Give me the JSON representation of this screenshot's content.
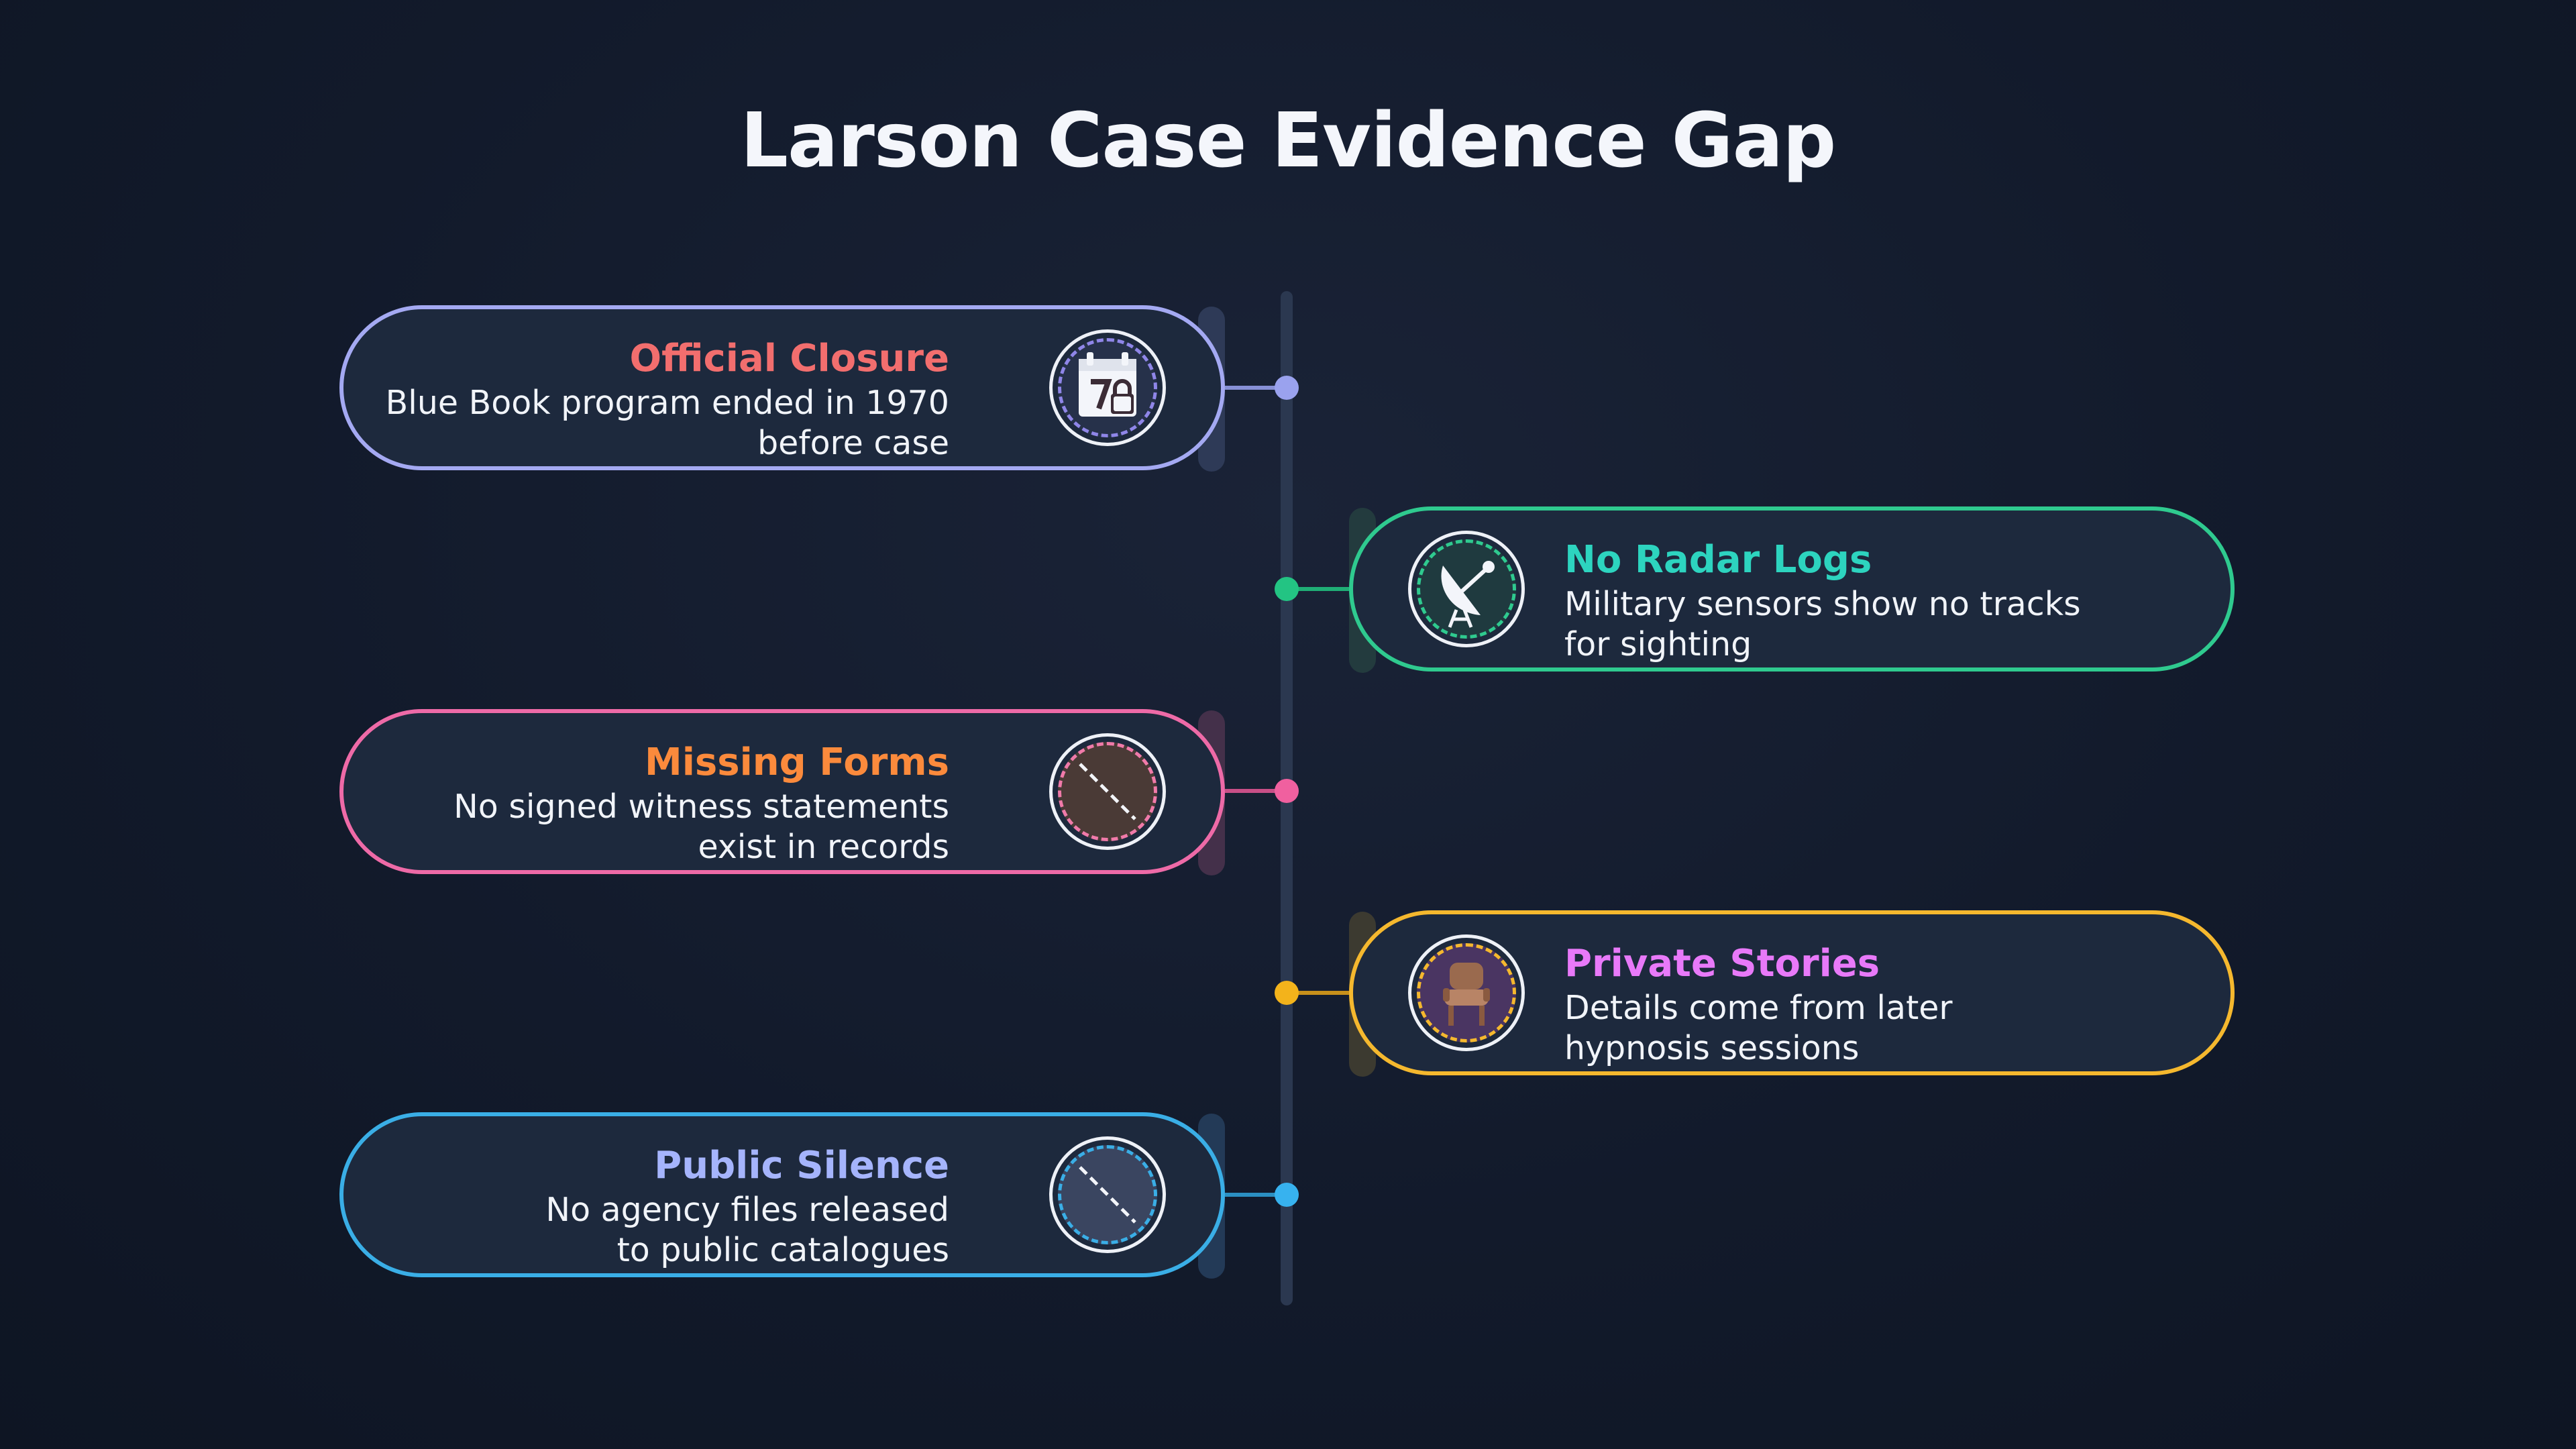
{
  "title": "Larson Case Evidence Gap",
  "items": [
    {
      "heading": "Official Closure",
      "desc": [
        "Blue Book program ended in 1970",
        "before case"
      ],
      "side": "left",
      "icon": "calendar-lock-icon",
      "border_color": "#a4a9f2",
      "heading_color": "#f26e6e",
      "dot_color": "#9aa2ee"
    },
    {
      "heading": "No Radar Logs",
      "desc": [
        "Military sensors show no tracks",
        "for sighting"
      ],
      "side": "right",
      "icon": "radar-dish-icon",
      "border_color": "#2fca8f",
      "heading_color": "#2dd4bf",
      "dot_color": "#23c483"
    },
    {
      "heading": "Missing Forms",
      "desc": [
        "No signed witness statements",
        "exist in records"
      ],
      "side": "left",
      "icon": "crossed-document-icon",
      "border_color": "#ee6aa7",
      "heading_color": "#fb8a3c",
      "dot_color": "#f0609f"
    },
    {
      "heading": "Private Stories",
      "desc": [
        "Details come from later",
        "hypnosis sessions"
      ],
      "side": "right",
      "icon": "reclining-chair-icon",
      "border_color": "#f5b82e",
      "heading_color": "#e879f9",
      "dot_color": "#f3b31b"
    },
    {
      "heading": "Public Silence",
      "desc": [
        "No agency files released",
        "to public catalogues"
      ],
      "side": "left",
      "icon": "no-entry-icon",
      "border_color": "#3aaee6",
      "heading_color": "#a5b4fc",
      "dot_color": "#37b2ef"
    }
  ]
}
